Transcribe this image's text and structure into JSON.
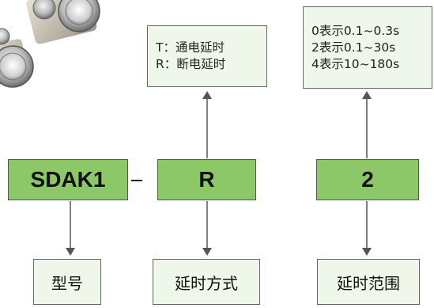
{
  "diagram": {
    "code_parts": {
      "model": "SDAK1",
      "separator": "–",
      "mode": "R",
      "range": "2"
    },
    "mode_note": {
      "lines": [
        "T：通电延时",
        "R：断电延时"
      ]
    },
    "range_note": {
      "lines": [
        "0表示0.1~0.3s",
        "2表示0.1~30s",
        "4表示10~180s"
      ]
    },
    "labels": {
      "model": "型号",
      "mode": "延时方式",
      "range": "延时范围"
    },
    "colors": {
      "code_box": "#8cc768",
      "note_box": "#eef7ea",
      "arrow": "#555555"
    }
  }
}
